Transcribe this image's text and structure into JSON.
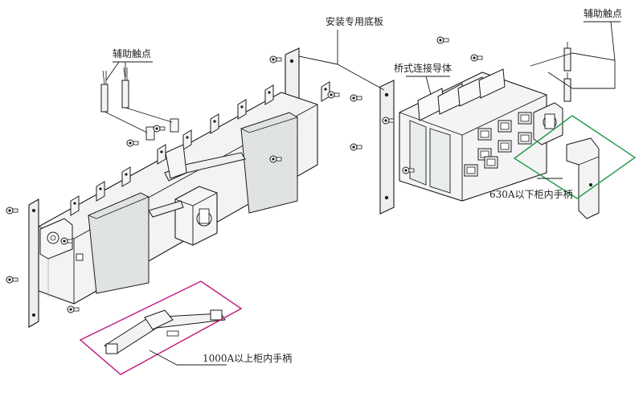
{
  "labels": {
    "aux_contact_left": "辅助触点",
    "aux_contact_right": "辅助触点",
    "mount_base_plate": "安装专用底板",
    "bridge_conductor": "桥式连接导体",
    "handle_630": "630A以下柜内手柄",
    "handle_1000": "1000A以上柜内手柄"
  },
  "colors": {
    "magenta_box": "#c2187a",
    "green_box": "#1e9a4a",
    "line": "#1a1a1a",
    "body_fill": "#f2f2f2",
    "panel_fill": "#e9ecec"
  }
}
